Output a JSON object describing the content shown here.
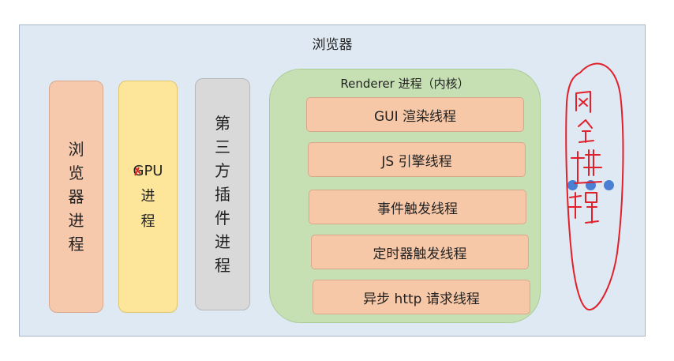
{
  "browser": {
    "title": "浏览器"
  },
  "processes": {
    "browser_process": "浏览器进程",
    "gpu_process": {
      "line1": "GPU",
      "line2": "进",
      "line3": "程"
    },
    "plugin_process": "第三方插件进程"
  },
  "renderer": {
    "title": "Renderer 进程（内核）",
    "threads": [
      "GUI 渲染线程",
      "JS 引擎线程",
      "事件触发线程",
      "定时器触发线程",
      "异步 http 请求线程"
    ]
  },
  "handwriting": {
    "text": "网络进程"
  },
  "colors": {
    "browser_bg": "#dfe9f3",
    "browser_process": "#f6c9ad",
    "gpu_process": "#fde59a",
    "plugin_process": "#d9d9d9",
    "renderer_bg": "#c6e0b4",
    "thread_bg": "#f7c8a8",
    "dot": "#4a7fd4",
    "ink": "#e0202a"
  }
}
